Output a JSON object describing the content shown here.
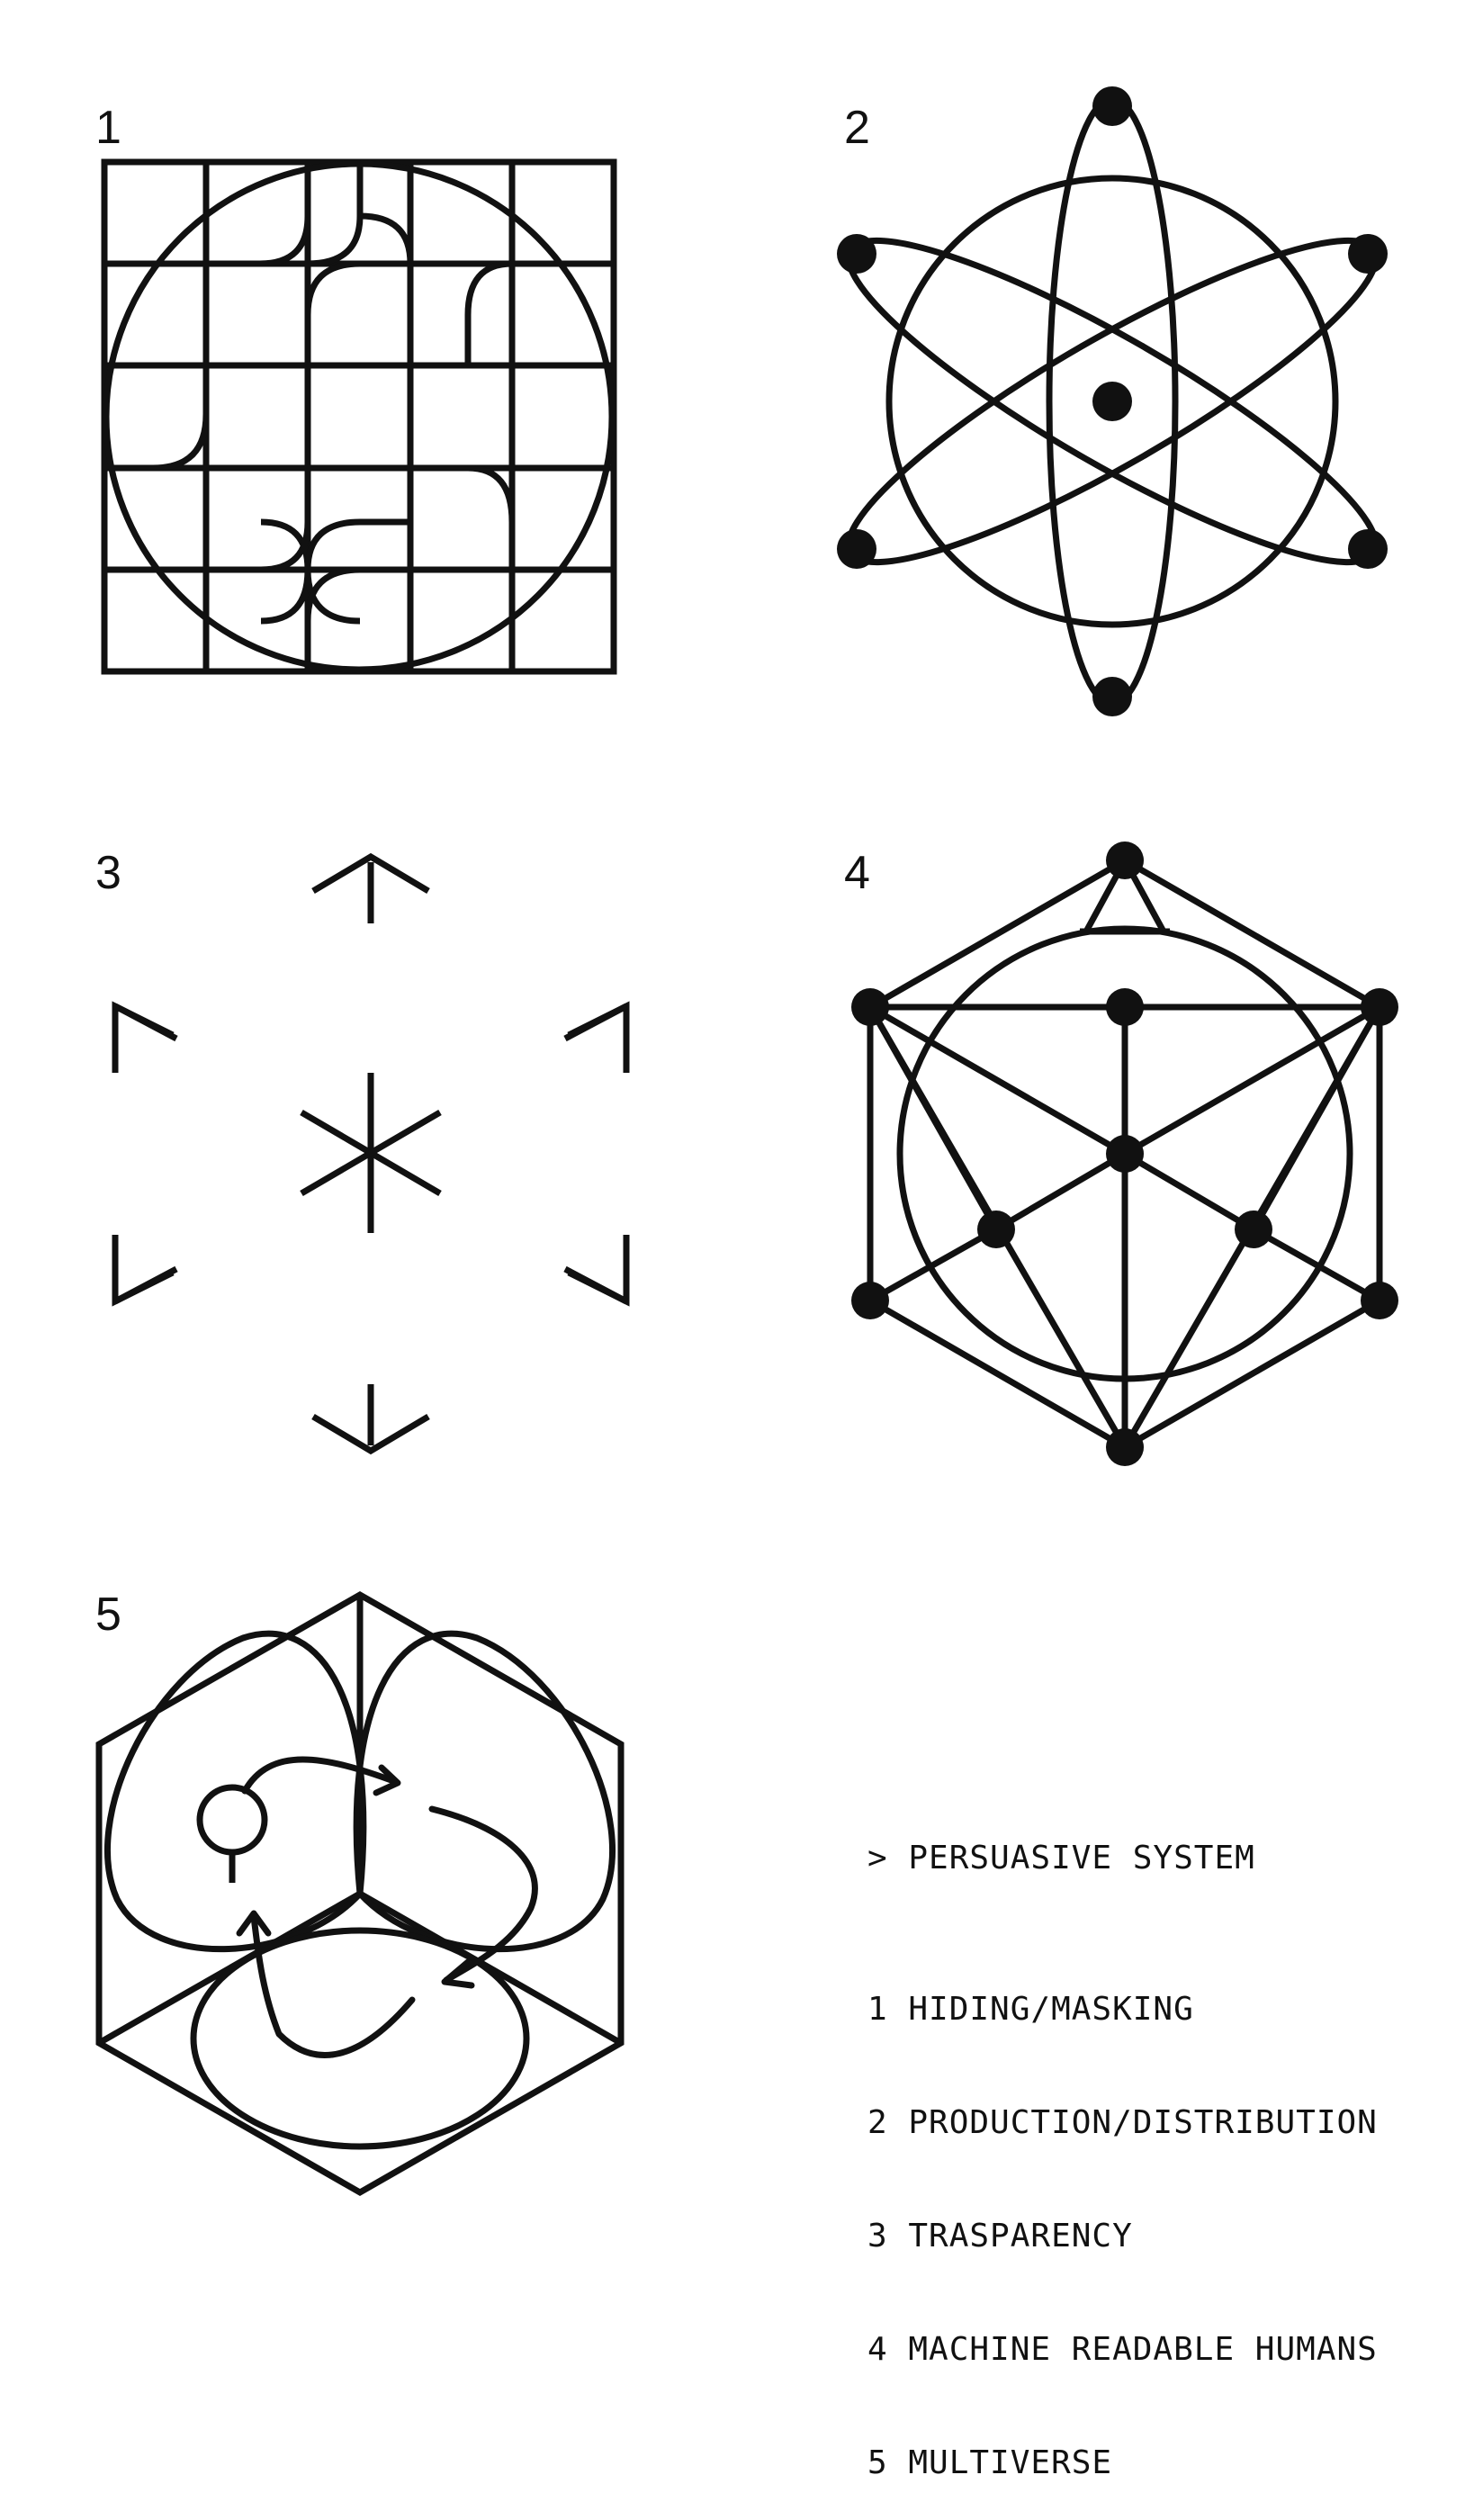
{
  "figures": [
    {
      "number": "1",
      "icon": "grid-circle-icon"
    },
    {
      "number": "2",
      "icon": "atom-orbits-icon"
    },
    {
      "number": "3",
      "icon": "asterisk-arrows-icon"
    },
    {
      "number": "4",
      "icon": "hexagon-network-icon"
    },
    {
      "number": "5",
      "icon": "hexagon-loop-arrows-icon"
    }
  ],
  "legend": {
    "heading": "> PERSUASIVE SYSTEM",
    "items": [
      "1 HIDING/MASKING",
      "2 PRODUCTION/DISTRIBUTION",
      "3 TRASPARENCY",
      "4 MACHINE READABLE HUMANS",
      "5 MULTIVERSE"
    ]
  },
  "colors": {
    "ink": "#111111",
    "background": "#ffffff"
  }
}
